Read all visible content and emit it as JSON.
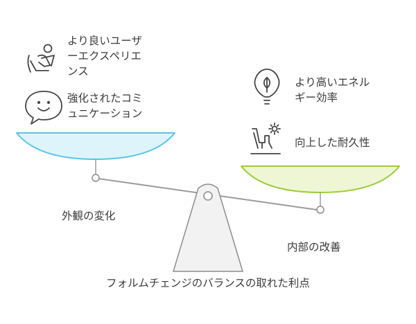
{
  "caption": "フォルムチェンジのバランスの取れた利点",
  "left_side": {
    "label": "外観の変化",
    "items": [
      {
        "line1": "より良いユーザ",
        "line2": "ーエクスペリエ",
        "line3": "ンス",
        "icon": "person-with-laptop-icon"
      },
      {
        "line1": "強化されたコミ",
        "line2": "ュニケーション",
        "icon": "smiling-speech-bubble-icon"
      }
    ]
  },
  "right_side": {
    "label": "内部の改善",
    "items": [
      {
        "line1": "より高いエネル",
        "line2": "ギー効率",
        "icon": "leaf-lightbulb-icon"
      },
      {
        "line1": "向上した耐久性",
        "icon": "armchair-sun-icon"
      }
    ]
  },
  "colors": {
    "left_pan_fill": "#def4fb",
    "left_pan_stroke": "#5cc4e6",
    "right_pan_fill": "#eef6d4",
    "right_pan_stroke": "#9cca3e",
    "beam": "#9a9a9a",
    "fulcrum_fill": "#f2f2f2",
    "fulcrum_stroke": "#8c8c8c",
    "text": "#3a3a3a"
  }
}
